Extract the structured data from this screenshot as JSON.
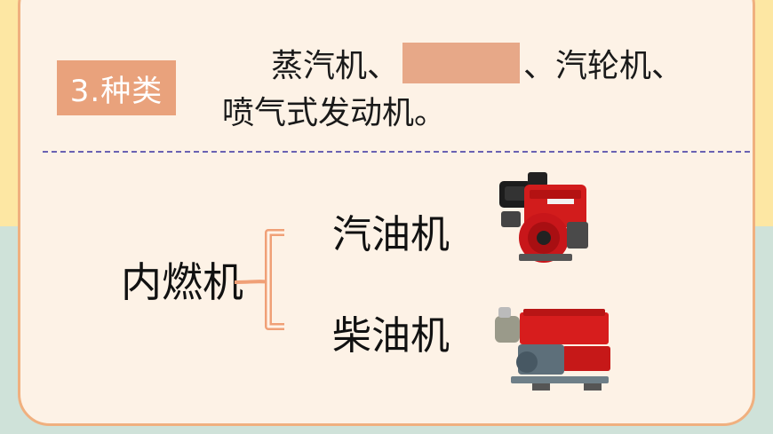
{
  "badge": {
    "text": "3.种类"
  },
  "sentence": {
    "line1_prefix": "蒸汽机、",
    "line1_suffix": "、汽轮机、",
    "line2": "喷气式发动机。"
  },
  "diagram": {
    "main_term": "内燃机",
    "items": [
      {
        "label": "汽油机",
        "image": "gasoline-engine-image"
      },
      {
        "label": "柴油机",
        "image": "diesel-engine-image"
      }
    ]
  },
  "colors": {
    "badge": "#e9a27c",
    "blank": "#e7a888",
    "card_border": "#f0b07f",
    "divider": "#6a62b3",
    "bg_top": "#fde7a3",
    "bg_bottom": "#cfe2d9"
  }
}
